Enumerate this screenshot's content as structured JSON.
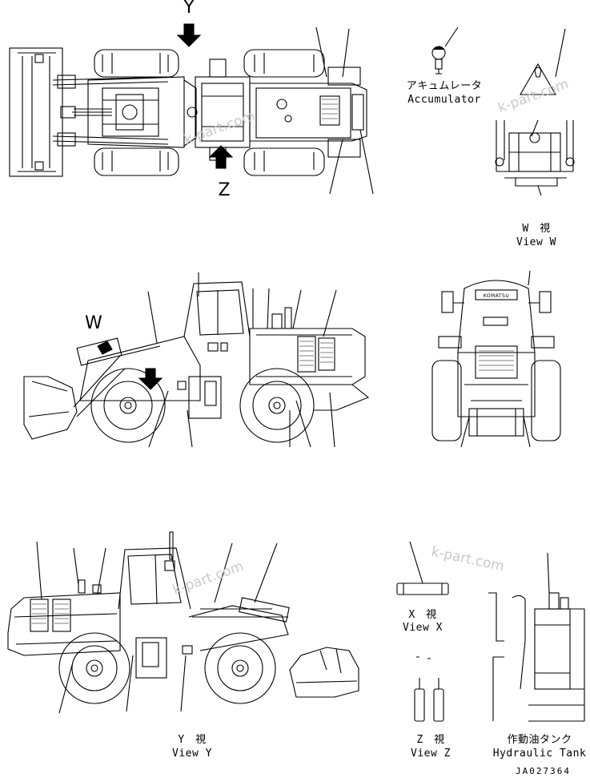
{
  "markers": {
    "y": "Y",
    "z": "Z",
    "w": "W"
  },
  "captions": {
    "accumulator_jp": "アキュムレータ",
    "accumulator_en": "Accumulator",
    "view_w_jp": "W　視",
    "view_w_en": "View W",
    "view_x_jp": "X　視",
    "view_x_en": "View X",
    "view_y_jp": "Y　視",
    "view_y_en": "View Y",
    "view_z_jp": "Z　視",
    "view_z_en": "View Z",
    "hydraulic_jp": "作動油タンク",
    "hydraulic_en": "Hydraulic Tank"
  },
  "watermark": "k-part.com",
  "drawing_code": "JA027364",
  "rear_badge": "KOMATSU"
}
